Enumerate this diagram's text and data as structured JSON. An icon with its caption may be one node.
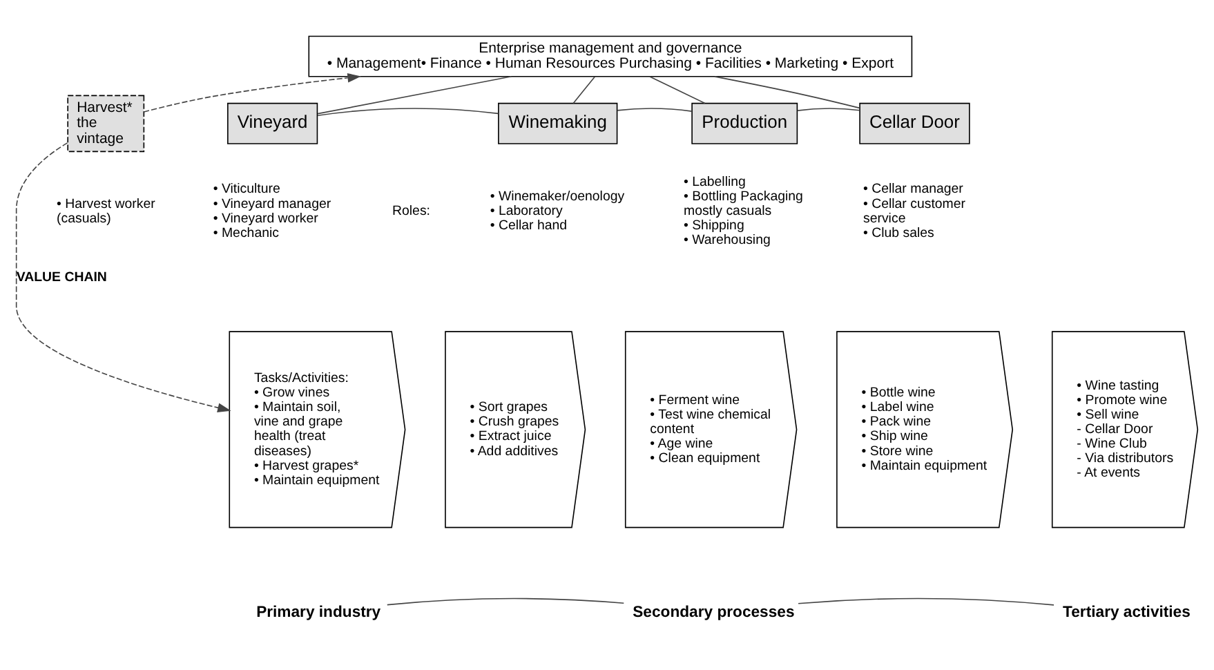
{
  "diagram": {
    "nodes": [
      {
        "text": [
          "Enterprise management and governance",
          "• Management• Finance • Human Resources Purchasing • Facilities • Marketing • Export"
        ]
      },
      {
        "text": [
          "Vineyard"
        ],
        "beside": [
          "• Viticulture",
          "• Vineyard manager",
          "• Vineyard worker",
          "• Mechanic"
        ]
      },
      {
        "text": [
          "Winemaking"
        ],
        "beside": [
          "• Winemaker/oenology",
          "• Laboratory",
          "• Cellar hand"
        ]
      },
      {
        "text": [
          "Production"
        ],
        "beside": [
          "• Labelling",
          "• Bottling Packaging",
          "mostly casuals",
          "• Shipping",
          "• Warehousing"
        ]
      },
      {
        "text": [
          "Cellar Door"
        ],
        "beside": [
          "• Cellar manager",
          "• Cellar customer service",
          "• Club sales"
        ]
      },
      {
        "text": [
          "Harvest* the vintage"
        ],
        "beside": [
          "• Harvest worker (casuals)"
        ]
      },
      {
        "text": [
          "Tasks/Activities:",
          "• Grow vines",
          "• Maintain soil, vine and grape health (treat diseases)",
          "• Harvest grapes*",
          "• Maintain equipment"
        ]
      },
      {
        "text": [
          "• Sort grapes",
          "• Crush grapes",
          "• Extract juice",
          "• Add additives"
        ]
      },
      {
        "text": [
          "• Ferment wine",
          "• Test wine chemical content",
          "• Age wine",
          "• Clean equipment"
        ]
      },
      {
        "text": [
          "• Bottle wine",
          "• Label wine",
          "• Pack wine",
          "• Ship wine",
          "• Store wine",
          "• Maintain equipment"
        ]
      },
      {
        "text": [
          "• Wine tasting",
          "• Promote wine",
          "• Sell wine",
          "- Cellar Door",
          "- Wine Club",
          "- Via distributors",
          "- At events"
        ]
      },
      {
        "text": [
          "Primary industry"
        ]
      },
      {
        "text": [
          "Secondary processes"
        ]
      },
      {
        "text": [
          "Tertiary activities"
        ]
      }
    ],
    "edges": [
      {
        "from": 0,
        "to": 1,
        "arrow": "none"
      },
      {
        "from": 0,
        "to": 2,
        "arrow": "none"
      },
      {
        "from": 0,
        "to": 3,
        "arrow": "none"
      },
      {
        "from": 0,
        "to": 4,
        "arrow": "none"
      },
      {
        "from": 1,
        "to": 2,
        "arrow": "none"
      },
      {
        "from": 2,
        "to": 3,
        "arrow": "none"
      },
      {
        "from": 3,
        "to": 4,
        "arrow": "none"
      },
      {
        "from": 5,
        "to": 0,
        "arrow": "to",
        "style": "dashed"
      },
      {
        "from": 5,
        "to": 6,
        "arrow": "to",
        "style": "dashed",
        "label": "VALUE CHAIN"
      },
      {
        "from": 11,
        "to": 12,
        "arrow": "none"
      },
      {
        "from": 12,
        "to": 13,
        "arrow": "none"
      }
    ],
    "labels": [
      "Roles:"
    ]
  }
}
